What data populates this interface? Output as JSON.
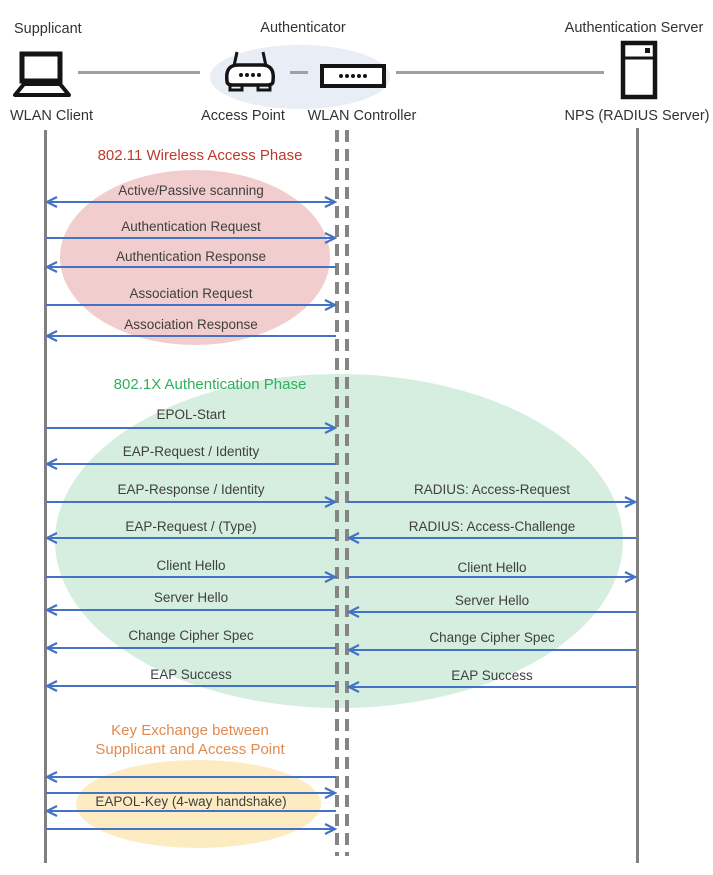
{
  "header": {
    "roles": [
      {
        "label": "Supplicant"
      },
      {
        "label": "Authenticator"
      },
      {
        "label": "Authentication Server"
      }
    ],
    "nodes": [
      {
        "label": "WLAN Client",
        "icon": "laptop-icon"
      },
      {
        "label": "Access Point",
        "icon": "access-point-icon"
      },
      {
        "label": "WLAN Controller",
        "icon": "wlan-controller-icon"
      },
      {
        "label": "NPS (RADIUS Server)",
        "icon": "server-icon"
      }
    ]
  },
  "phases": {
    "phase1": {
      "title": "802.11 Wireless Access Phase",
      "title_color": "#C0392B",
      "ellipse_color": "#F2CDCE",
      "messages": [
        "Active/Passive scanning",
        "Authentication Request",
        "Authentication Response",
        "Association Request",
        "Association Response"
      ]
    },
    "phase2": {
      "title": "802.1X Authentication Phase",
      "title_color": "#2FB05C",
      "ellipse_color": "#D5EEDF",
      "left_messages": [
        "EPOL-Start",
        "EAP-Request / Identity",
        "EAP-Response / Identity",
        "EAP-Request / (Type)",
        "Client Hello",
        "Server Hello",
        "Change Cipher Spec",
        "EAP Success"
      ],
      "right_messages": [
        "RADIUS: Access-Request",
        "RADIUS: Access-Challenge",
        "Client Hello",
        "Server Hello",
        "Change Cipher Spec",
        "EAP Success"
      ]
    },
    "phase3": {
      "title_line1": "Key Exchange between",
      "title_line2": "Supplicant and Access Point",
      "title_color": "#E28A50",
      "ellipse_color": "#FDEBC2",
      "messages": [
        "EAPOL-Key (4-way handshake)"
      ]
    }
  },
  "colors": {
    "arrow": "#4472C4",
    "lifeline": "#808080",
    "connector": "#A0A0A0",
    "hub_ellipse": "#E9EDF6",
    "text": "#3F3F3F"
  }
}
